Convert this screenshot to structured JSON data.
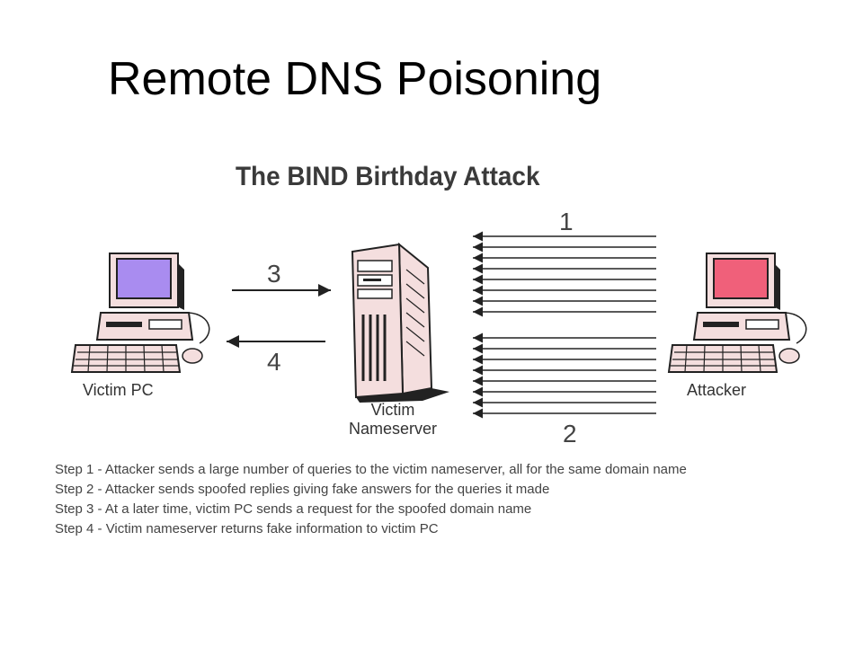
{
  "slide": {
    "title": "Remote DNS Poisoning"
  },
  "diagram": {
    "title": "The BIND Birthday Attack",
    "nodes": {
      "victim_pc": {
        "label": "Victim PC",
        "screen_color": "#a98cf0"
      },
      "nameserver": {
        "label_line1": "Victim",
        "label_line2": "Nameserver"
      },
      "attacker": {
        "label": "Attacker",
        "screen_color": "#f0607a"
      }
    },
    "arrows": {
      "step1": "1",
      "step2": "2",
      "step3": "3",
      "step4": "4"
    },
    "steps": [
      "Step 1 - Attacker sends a large number of queries to the victim nameserver, all for the same domain name",
      "Step 2 - Attacker sends spoofed replies giving fake answers for the queries it made",
      "Step 3 - At a later time, victim PC sends a request for the spoofed domain name",
      "Step 4 - Victim nameserver returns fake information to victim PC"
    ]
  }
}
